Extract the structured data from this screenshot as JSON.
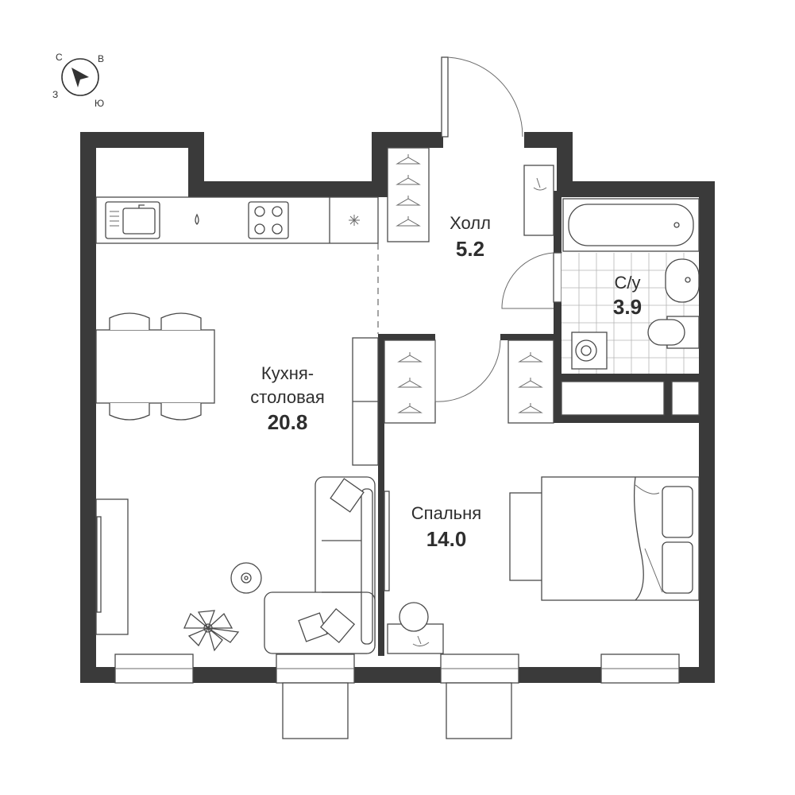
{
  "compass": {
    "north": "С",
    "east": "В",
    "south": "Ю",
    "west": "З",
    "icon": "compass-arrow-icon"
  },
  "rooms": {
    "kitchen": {
      "name_line1": "Кухня-",
      "name_line2": "столовая",
      "area": "20.8"
    },
    "hall": {
      "name": "Холл",
      "area": "5.2"
    },
    "bathroom": {
      "name": "С/у",
      "area": "3.9"
    },
    "bedroom": {
      "name": "Спальня",
      "area": "14.0"
    }
  },
  "colors": {
    "wall": "#3a3a3a",
    "line": "#4a4a4a",
    "text": "#2e2e2e",
    "background": "#ffffff"
  }
}
